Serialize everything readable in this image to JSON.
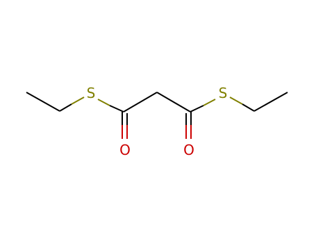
{
  "molecule": {
    "atoms": [
      {
        "id": "S1",
        "symbol": "S",
        "color": "#808000"
      },
      {
        "id": "S2",
        "symbol": "S",
        "color": "#808000"
      },
      {
        "id": "O1",
        "symbol": "O",
        "color": "#cc0000"
      },
      {
        "id": "O2",
        "symbol": "O",
        "color": "#cc0000"
      }
    ],
    "bond_color": "#000000"
  }
}
